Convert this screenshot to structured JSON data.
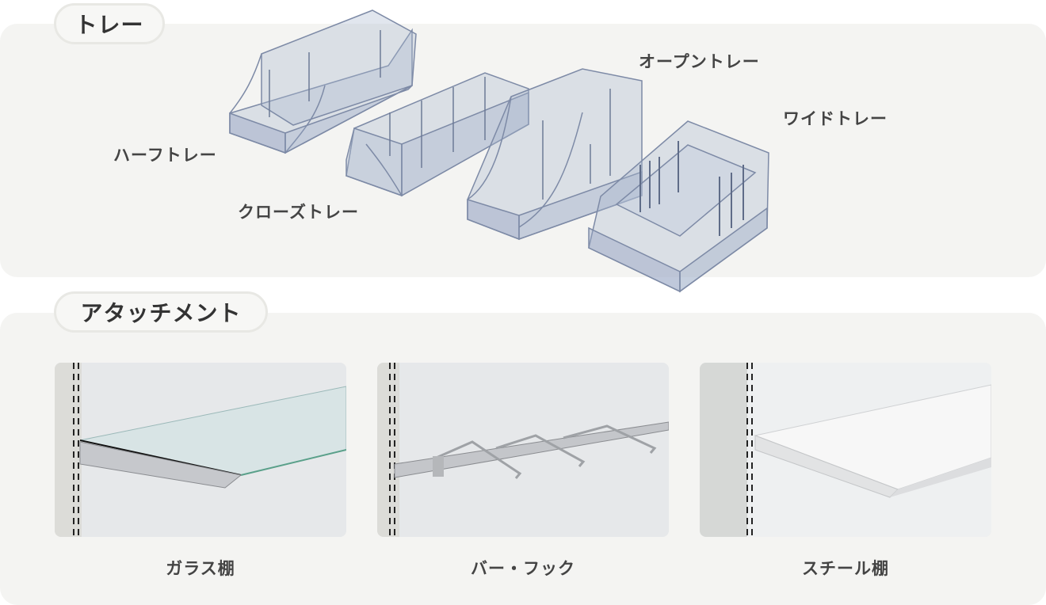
{
  "tray_section": {
    "heading": "トレー",
    "items": [
      {
        "label": "ハーフトレー"
      },
      {
        "label": "クローズトレー"
      },
      {
        "label": "オープントレー"
      },
      {
        "label": "ワイドトレー"
      }
    ]
  },
  "attachment_section": {
    "heading": "アタッチメント",
    "items": [
      {
        "label": "ガラス棚"
      },
      {
        "label": "バー・フック"
      },
      {
        "label": "スチール棚"
      }
    ]
  },
  "colors": {
    "panel_bg": "#f4f4f2",
    "tray_tint": "#aab6cf",
    "text": "#444444"
  }
}
